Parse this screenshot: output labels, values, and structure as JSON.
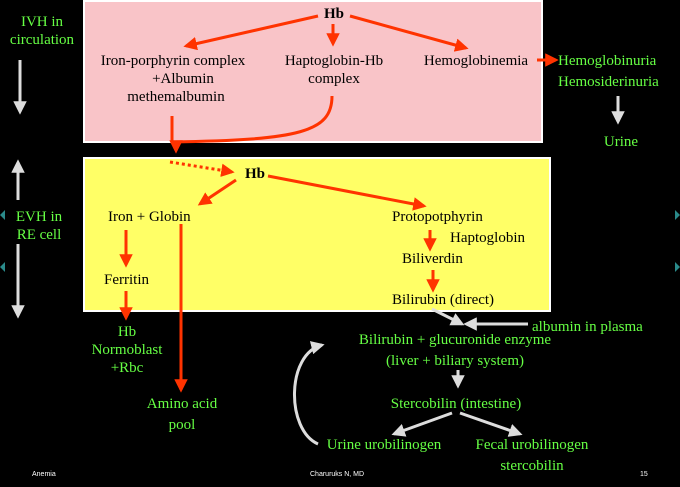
{
  "left_labels": {
    "ivh": [
      "IVH in",
      "circulation"
    ],
    "evh": [
      "EVH in",
      "RE cell"
    ]
  },
  "pink_box": {
    "hb": "Hb",
    "iron_porphyrin": [
      "Iron-porphyrin complex",
      "+Albumin",
      "methemalbumin"
    ],
    "haptoglobin_hb": [
      "Haptoglobin-Hb",
      "complex"
    ],
    "hemoglobinemia": "Hemoglobinemia"
  },
  "right_top": {
    "hemoglobinuria": "Hemoglobinuria",
    "hemosiderinuria": "Hemosiderinuria",
    "urine": "Urine"
  },
  "yellow_box": {
    "hb": "Hb",
    "iron_globin": "Iron + Globin",
    "ferritin": "Ferritin",
    "protoporphyrin": "Protopotphyrin",
    "haptoglobin": "Haptoglobin",
    "biliverdin": "Biliverdin",
    "bilirubin_direct": "Bilirubin (direct)"
  },
  "lower": {
    "hb_normoblast": [
      "Hb",
      "Normoblast",
      "+Rbc"
    ],
    "amino_acid_pool": [
      "Amino acid",
      "pool"
    ],
    "albumin_plasma": "albumin in plasma",
    "bilirubin_glucuronide": [
      "Bilirubin + glucuronide enzyme",
      "(liver + biliary system)"
    ],
    "stercobilin": "Stercobilin (intestine)",
    "urine_urobilinogen": "Urine urobilinogen",
    "fecal_urobilinogen": [
      "Fecal urobilinogen",
      "stercobilin"
    ]
  },
  "footer": {
    "left": "Anemia",
    "center": "Charuruks N, MD",
    "right": "15"
  },
  "colors": {
    "background": "#000000",
    "pink_box": "#f9c4c8",
    "yellow_box": "#ffff66",
    "green_text": "#66ff44",
    "red_arrow": "#ff3300",
    "white_arrow": "#dddddd",
    "edge_marker": "#2a8a8a"
  }
}
